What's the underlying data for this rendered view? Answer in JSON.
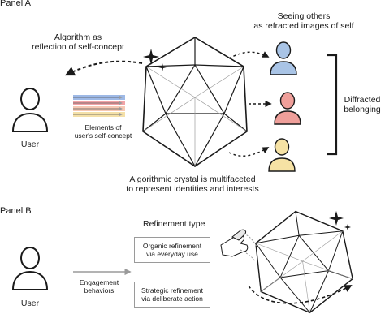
{
  "panel_a": {
    "label": "Panel A",
    "algorithm_reflection": [
      "Algorithm as",
      "reflection of self-concept"
    ],
    "seeing_others": [
      "Seeing others",
      "as refracted images of self"
    ],
    "user_label": "User",
    "elements_label": [
      "Elements of",
      "user's self-concept"
    ],
    "crystal_caption": [
      "Algorithmic crystal is multifaceted",
      "to represent identities and interests"
    ],
    "diffracted_label": [
      "Diffracted",
      "belonging"
    ],
    "others_colors": [
      "#a9c4e6",
      "#ef9f9a",
      "#f6e2a4"
    ],
    "stripe_colors": [
      "#9eb9e6",
      "#f2a3a6",
      "#f7c9b5",
      "#f4e0a8"
    ]
  },
  "panel_b": {
    "label": "Panel B",
    "user_label": "User",
    "engagement_label": [
      "Engagement",
      "behaviors"
    ],
    "refinement_title": "Refinement type",
    "organic": [
      "Organic refinement",
      "via everyday use"
    ],
    "strategic": [
      "Strategic refinement",
      "via deliberate action"
    ]
  }
}
